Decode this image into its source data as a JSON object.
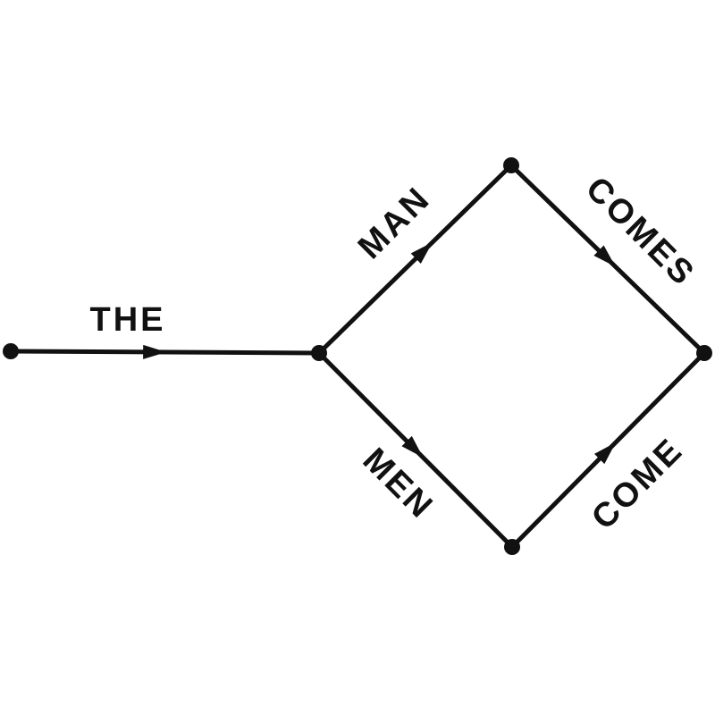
{
  "diagram": {
    "type": "state-transition-graph",
    "color": "#111111",
    "nodes": [
      "start",
      "n1",
      "n2",
      "end",
      "n3"
    ],
    "edges": [
      {
        "from": "start",
        "to": "n1",
        "label": "THE"
      },
      {
        "from": "n1",
        "to": "n2",
        "label": "MAN"
      },
      {
        "from": "n2",
        "to": "end",
        "label": "COMES"
      },
      {
        "from": "n1",
        "to": "n3",
        "label": "MEN"
      },
      {
        "from": "n3",
        "to": "end",
        "label": "COME"
      }
    ]
  }
}
